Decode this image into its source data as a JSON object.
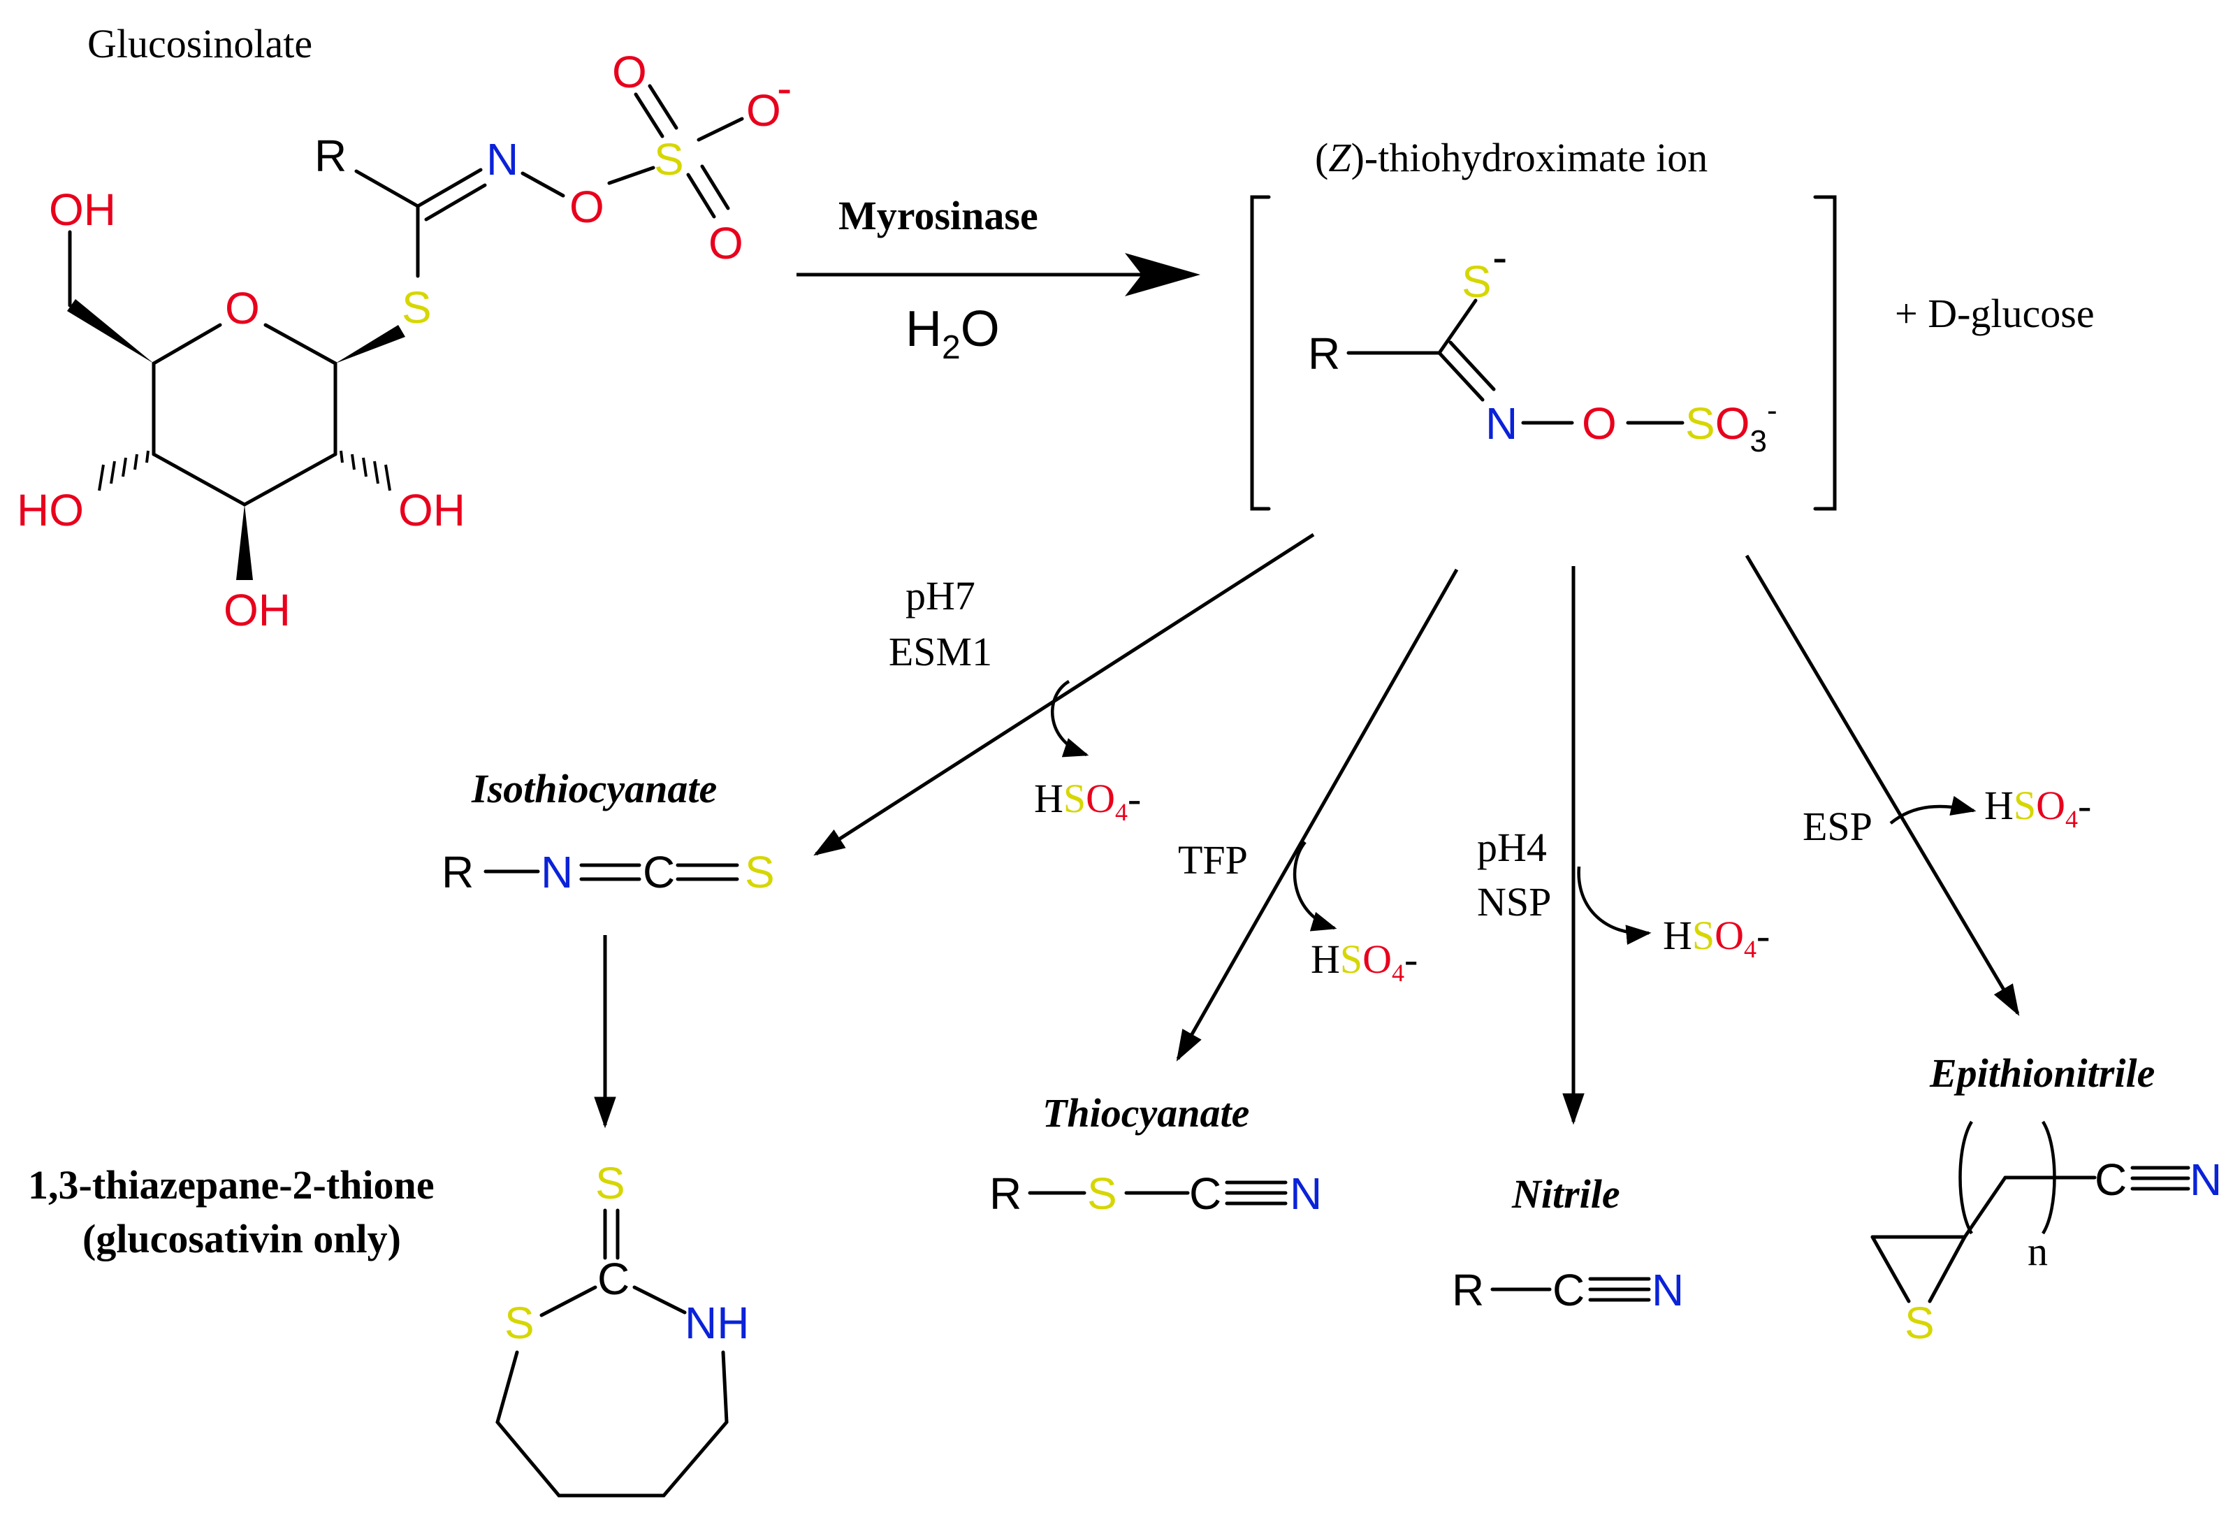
{
  "colors": {
    "oxygen": "#e8001c",
    "nitrogen": "#0a22d8",
    "sulfur": "#d6d600",
    "carbon": "#000000",
    "background": "#ffffff"
  },
  "glucosinolate": {
    "title": "Glucosinolate",
    "atoms": {
      "R": "R",
      "N": "N",
      "O_link": "O",
      "S_sulfo": "S",
      "O_top": "O",
      "O_minus": "O",
      "minus": "-",
      "O_bottom": "O",
      "S_thio": "S",
      "O_ring": "O",
      "OH_ch2": "OH",
      "HO_left": "HO",
      "OH_right": "OH",
      "OH_bottom": "OH"
    }
  },
  "reaction": {
    "enzyme": "Myrosinase",
    "cofactor_main": "H",
    "cofactor_sub": "2",
    "cofactor_tail": "O"
  },
  "intermediate": {
    "title_paren_open": "(",
    "title_italic": "Z",
    "title_rest": ")-thiohydroximate ion",
    "atoms": {
      "S": "S",
      "S_charge": "-",
      "R": "R",
      "N": "N",
      "O": "O",
      "S_sulfo": "S",
      "O3": "O",
      "sub3": "3",
      "charge": "-"
    },
    "byproduct": "+  D-glucose"
  },
  "branches": {
    "isothiocyanate": {
      "conditions": [
        "pH7",
        "ESM1"
      ],
      "name": "Isothiocyanate",
      "atoms": {
        "R": "R",
        "N": "N",
        "C": "C",
        "S": "S"
      },
      "hso4": {
        "H": "H",
        "S": "S",
        "O": "O",
        "sub": "4",
        "charge": "-"
      }
    },
    "thiazepane": {
      "name_line1": "1,3-thiazepane-2-thione",
      "name_line2": "(glucosativin only)",
      "atoms": {
        "S_top": "S",
        "C": "C",
        "S_ring": "S",
        "NH": "NH"
      }
    },
    "thiocyanate": {
      "condition": "TFP",
      "name": "Thiocyanate",
      "atoms": {
        "R": "R",
        "S": "S",
        "C": "C",
        "N": "N"
      },
      "hso4": {
        "H": "H",
        "S": "S",
        "O": "O",
        "sub": "4",
        "charge": "-"
      }
    },
    "nitrile": {
      "conditions": [
        "pH4",
        "NSP"
      ],
      "name": "Nitrile",
      "atoms": {
        "R": "R",
        "C": "C",
        "N": "N"
      },
      "hso4": {
        "H": "H",
        "S": "S",
        "O": "O",
        "sub": "4",
        "charge": "-"
      }
    },
    "epithionitrile": {
      "condition": "ESP",
      "name": "Epithionitrile",
      "atoms": {
        "C": "C",
        "N": "N",
        "n": "n",
        "S": "S"
      },
      "hso4": {
        "H": "H",
        "S": "S",
        "O": "O",
        "sub": "4",
        "charge": "-"
      }
    }
  }
}
